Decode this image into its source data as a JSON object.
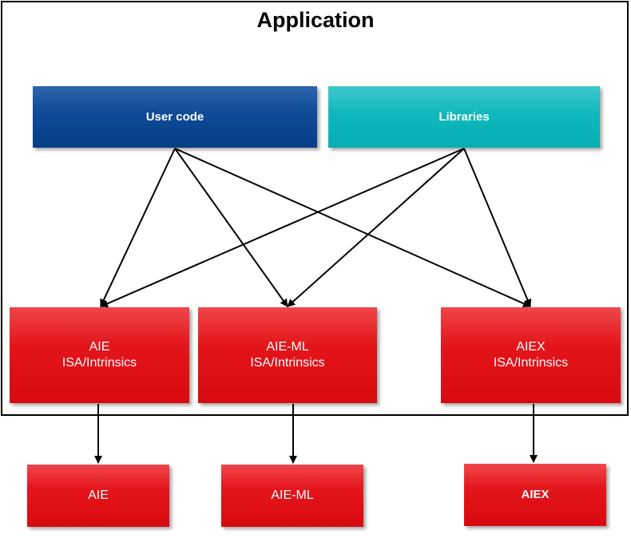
{
  "diagram": {
    "title": "Application",
    "sources": {
      "user_code": "User code",
      "libraries": "Libraries"
    },
    "isa_layers": [
      {
        "name": "AIE",
        "subtitle": "ISA/Intrinsics"
      },
      {
        "name": "AIE-ML",
        "subtitle": "ISA/Intrinsics"
      },
      {
        "name": "AIEX",
        "subtitle": "ISA/Intrinsics"
      }
    ],
    "targets": [
      {
        "name": "AIE"
      },
      {
        "name": "AIE-ML"
      },
      {
        "name": "AIEX"
      }
    ]
  },
  "colors": {
    "user_code": "#0e4a97",
    "libraries": "#10b8bd",
    "isa_and_targets": "#e3151b",
    "frame": "#000000",
    "arrow": "#000000"
  }
}
